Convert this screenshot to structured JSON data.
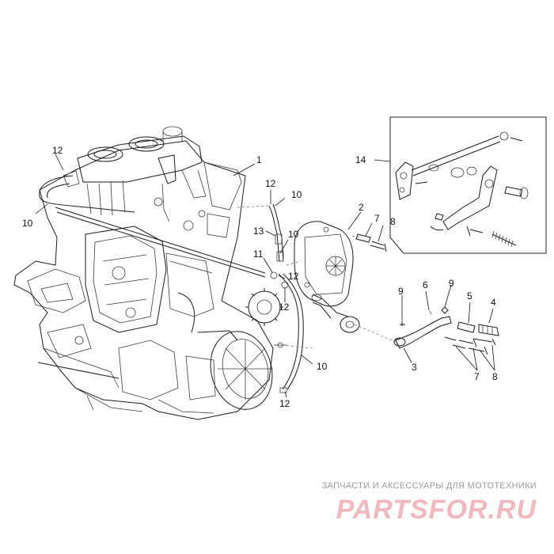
{
  "callouts": {
    "c1": "1",
    "c2": "2",
    "c3": "3",
    "c4": "4",
    "c5": "5",
    "c6": "6",
    "c7a": "7",
    "c7b": "7",
    "c8a": "8",
    "c8b": "8",
    "c9a": "9",
    "c9b": "9",
    "c10a": "10",
    "c10b": "10",
    "c10c": "10",
    "c10d": "10",
    "c11": "11",
    "c12a": "12",
    "c12b": "12",
    "c12c": "12",
    "c12d": "12",
    "c12e": "12",
    "c13": "13",
    "c14": "14"
  },
  "watermark": {
    "caption": "ЗАПЧАСТИ И АКСЕССУАРЫ ДЛЯ МОТОТЕХНИКИ",
    "logo": "PARTSFOR.RU"
  }
}
